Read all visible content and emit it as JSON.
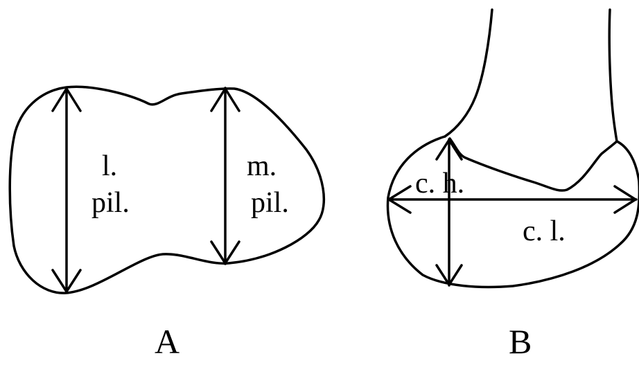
{
  "panel_a": {
    "letter": "A",
    "lateral_label_line1": "l.",
    "lateral_label_line2": "pil.",
    "medial_label_line1": "m.",
    "medial_label_line2": "pil."
  },
  "panel_b": {
    "letter": "B",
    "condyle_height_label": "c. h.",
    "condyle_length_label": "c. l."
  },
  "colors": {
    "ink": "#000000",
    "background": "#ffffff"
  }
}
